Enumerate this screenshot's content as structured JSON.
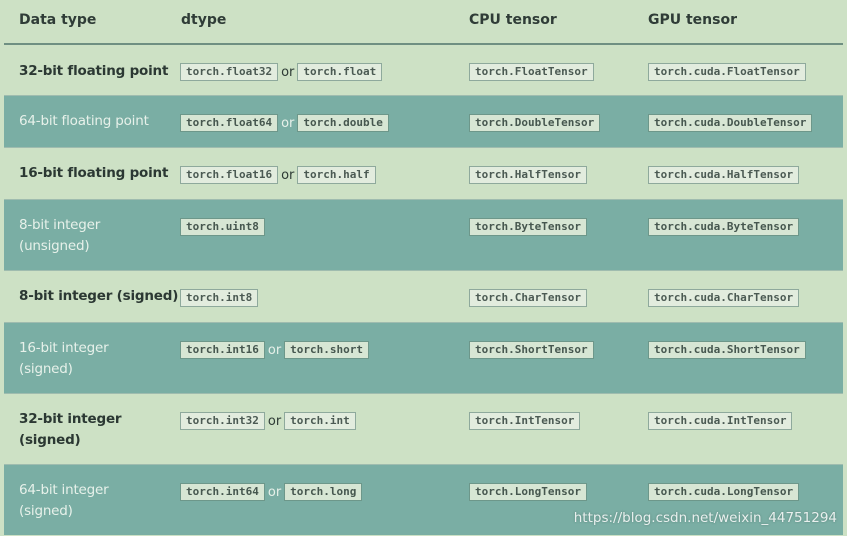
{
  "header": {
    "data_type": "Data type",
    "dtype": "dtype",
    "cpu": "CPU tensor",
    "gpu": "GPU tensor"
  },
  "or_label": "or",
  "rows": [
    {
      "data_type_line1": "32-bit floating point",
      "data_type_line2": "",
      "dtype1": "torch.float32",
      "dtype2": "torch.float",
      "cpu": "torch.FloatTensor",
      "gpu": "torch.cuda.FloatTensor"
    },
    {
      "data_type_line1": "64-bit floating point",
      "data_type_line2": "",
      "dtype1": "torch.float64",
      "dtype2": "torch.double",
      "cpu": "torch.DoubleTensor",
      "gpu": "torch.cuda.DoubleTensor"
    },
    {
      "data_type_line1": "16-bit floating point",
      "data_type_line2": "",
      "dtype1": "torch.float16",
      "dtype2": "torch.half",
      "cpu": "torch.HalfTensor",
      "gpu": "torch.cuda.HalfTensor"
    },
    {
      "data_type_line1": "8-bit integer",
      "data_type_line2": "(unsigned)",
      "dtype1": "torch.uint8",
      "dtype2": "",
      "cpu": "torch.ByteTensor",
      "gpu": "torch.cuda.ByteTensor"
    },
    {
      "data_type_line1": "8-bit integer (signed)",
      "data_type_line2": "",
      "dtype1": "torch.int8",
      "dtype2": "",
      "cpu": "torch.CharTensor",
      "gpu": "torch.cuda.CharTensor"
    },
    {
      "data_type_line1": "16-bit integer",
      "data_type_line2": "(signed)",
      "dtype1": "torch.int16",
      "dtype2": "torch.short",
      "cpu": "torch.ShortTensor",
      "gpu": "torch.cuda.ShortTensor"
    },
    {
      "data_type_line1": "32-bit integer",
      "data_type_line2": "(signed)",
      "dtype1": "torch.int32",
      "dtype2": "torch.int",
      "cpu": "torch.IntTensor",
      "gpu": "torch.cuda.IntTensor"
    },
    {
      "data_type_line1": "64-bit integer",
      "data_type_line2": "(signed)",
      "dtype1": "torch.int64",
      "dtype2": "torch.long",
      "cpu": "torch.LongTensor",
      "gpu": "torch.cuda.LongTensor"
    }
  ],
  "watermark": "https://blog.csdn.net/weixin_44751294",
  "colors": {
    "background": "#cde1c5",
    "alt_row": "#7aaea4"
  }
}
